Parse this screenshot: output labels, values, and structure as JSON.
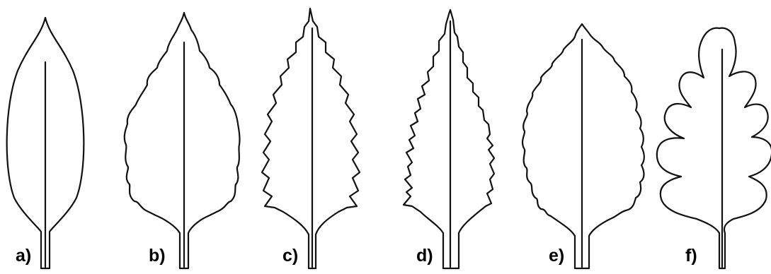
{
  "figure": {
    "leaves": [
      {
        "id": "a",
        "label": "a)",
        "margin_type": "entire"
      },
      {
        "id": "b",
        "label": "b)",
        "margin_type": "crenate"
      },
      {
        "id": "c",
        "label": "c)",
        "margin_type": "serrate"
      },
      {
        "id": "d",
        "label": "d)",
        "margin_type": "doubly-serrate"
      },
      {
        "id": "e",
        "label": "e)",
        "margin_type": "crenulate"
      },
      {
        "id": "f",
        "label": "f)",
        "margin_type": "lobed"
      }
    ],
    "colors": {
      "stroke": "#111111",
      "background": "#ffffff",
      "label": "#000000"
    }
  }
}
